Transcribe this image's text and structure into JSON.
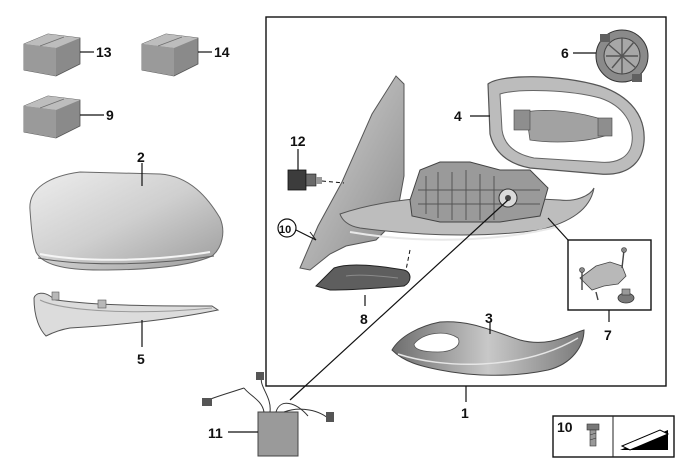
{
  "callouts": {
    "c13": "13",
    "c14": "14",
    "c9": "9",
    "c2": "2",
    "c5": "5",
    "c12": "12",
    "c10": "10",
    "c8": "8",
    "c6": "6",
    "c4": "4",
    "c3": "3",
    "c7": "7",
    "c1": "1",
    "c11": "11",
    "legend_10": "10"
  }
}
